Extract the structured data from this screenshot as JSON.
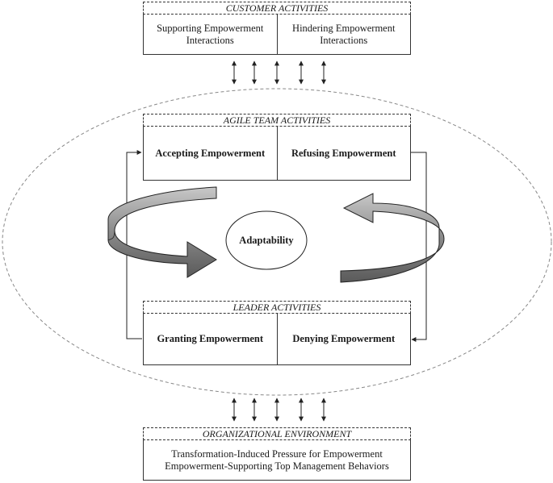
{
  "customer": {
    "title": "CUSTOMER ACTIVITIES",
    "left": [
      "Supporting Empowerment",
      "Interactions"
    ],
    "right": [
      "Hindering Empowerment",
      "Interactions"
    ]
  },
  "team": {
    "title": "AGILE TEAM ACTIVITIES",
    "left": "Accepting Empowerment",
    "right": "Refusing Empowerment"
  },
  "leader": {
    "title": "LEADER ACTIVITIES",
    "left": "Granting Empowerment",
    "right": "Denying Empowerment"
  },
  "center": {
    "label": "Adaptability"
  },
  "environment": {
    "title": "ORGANIZATIONAL ENVIRONMENT",
    "lines": [
      "Transformation-Induced Pressure for Empowerment",
      "Empowerment-Supporting Top Management Behaviors"
    ]
  }
}
